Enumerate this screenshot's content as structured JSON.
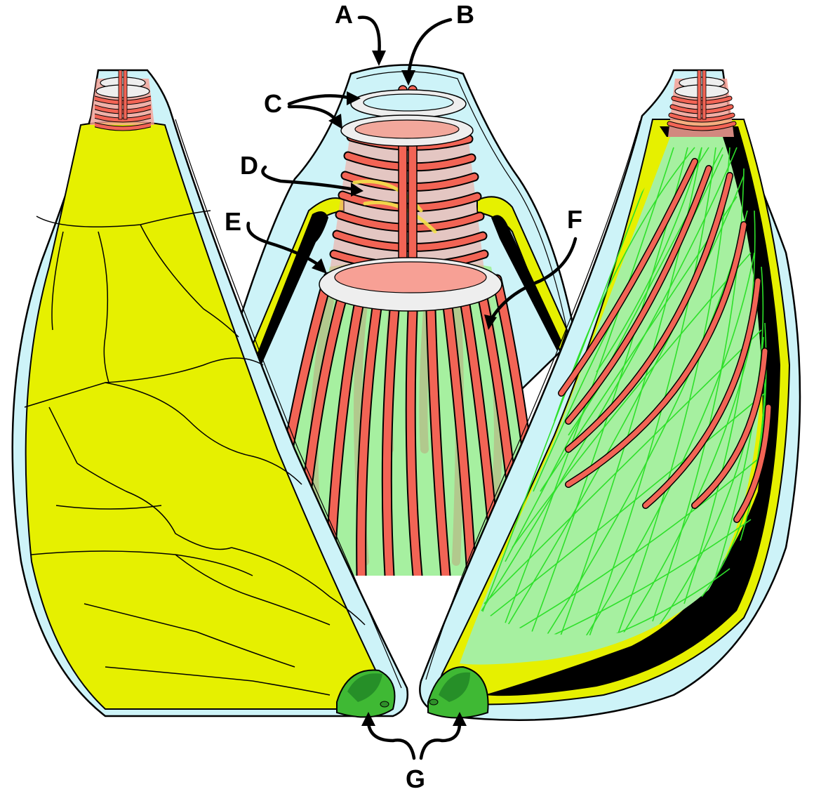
{
  "labels": {
    "a": "A",
    "b": "B",
    "c": "C",
    "d": "D",
    "e": "E",
    "f": "F",
    "g": "G"
  },
  "colors": {
    "background": "#ffffff",
    "outer_wall": "#cdf3f8",
    "layer_yellow": "#e6f000",
    "black_layer": "#000000",
    "red_fiber": "#f26455",
    "green_fiber": "#2ee02a",
    "green_fill": "#a6f0a0",
    "ring": "#eeeeee",
    "green_tip": "#3fb934"
  }
}
